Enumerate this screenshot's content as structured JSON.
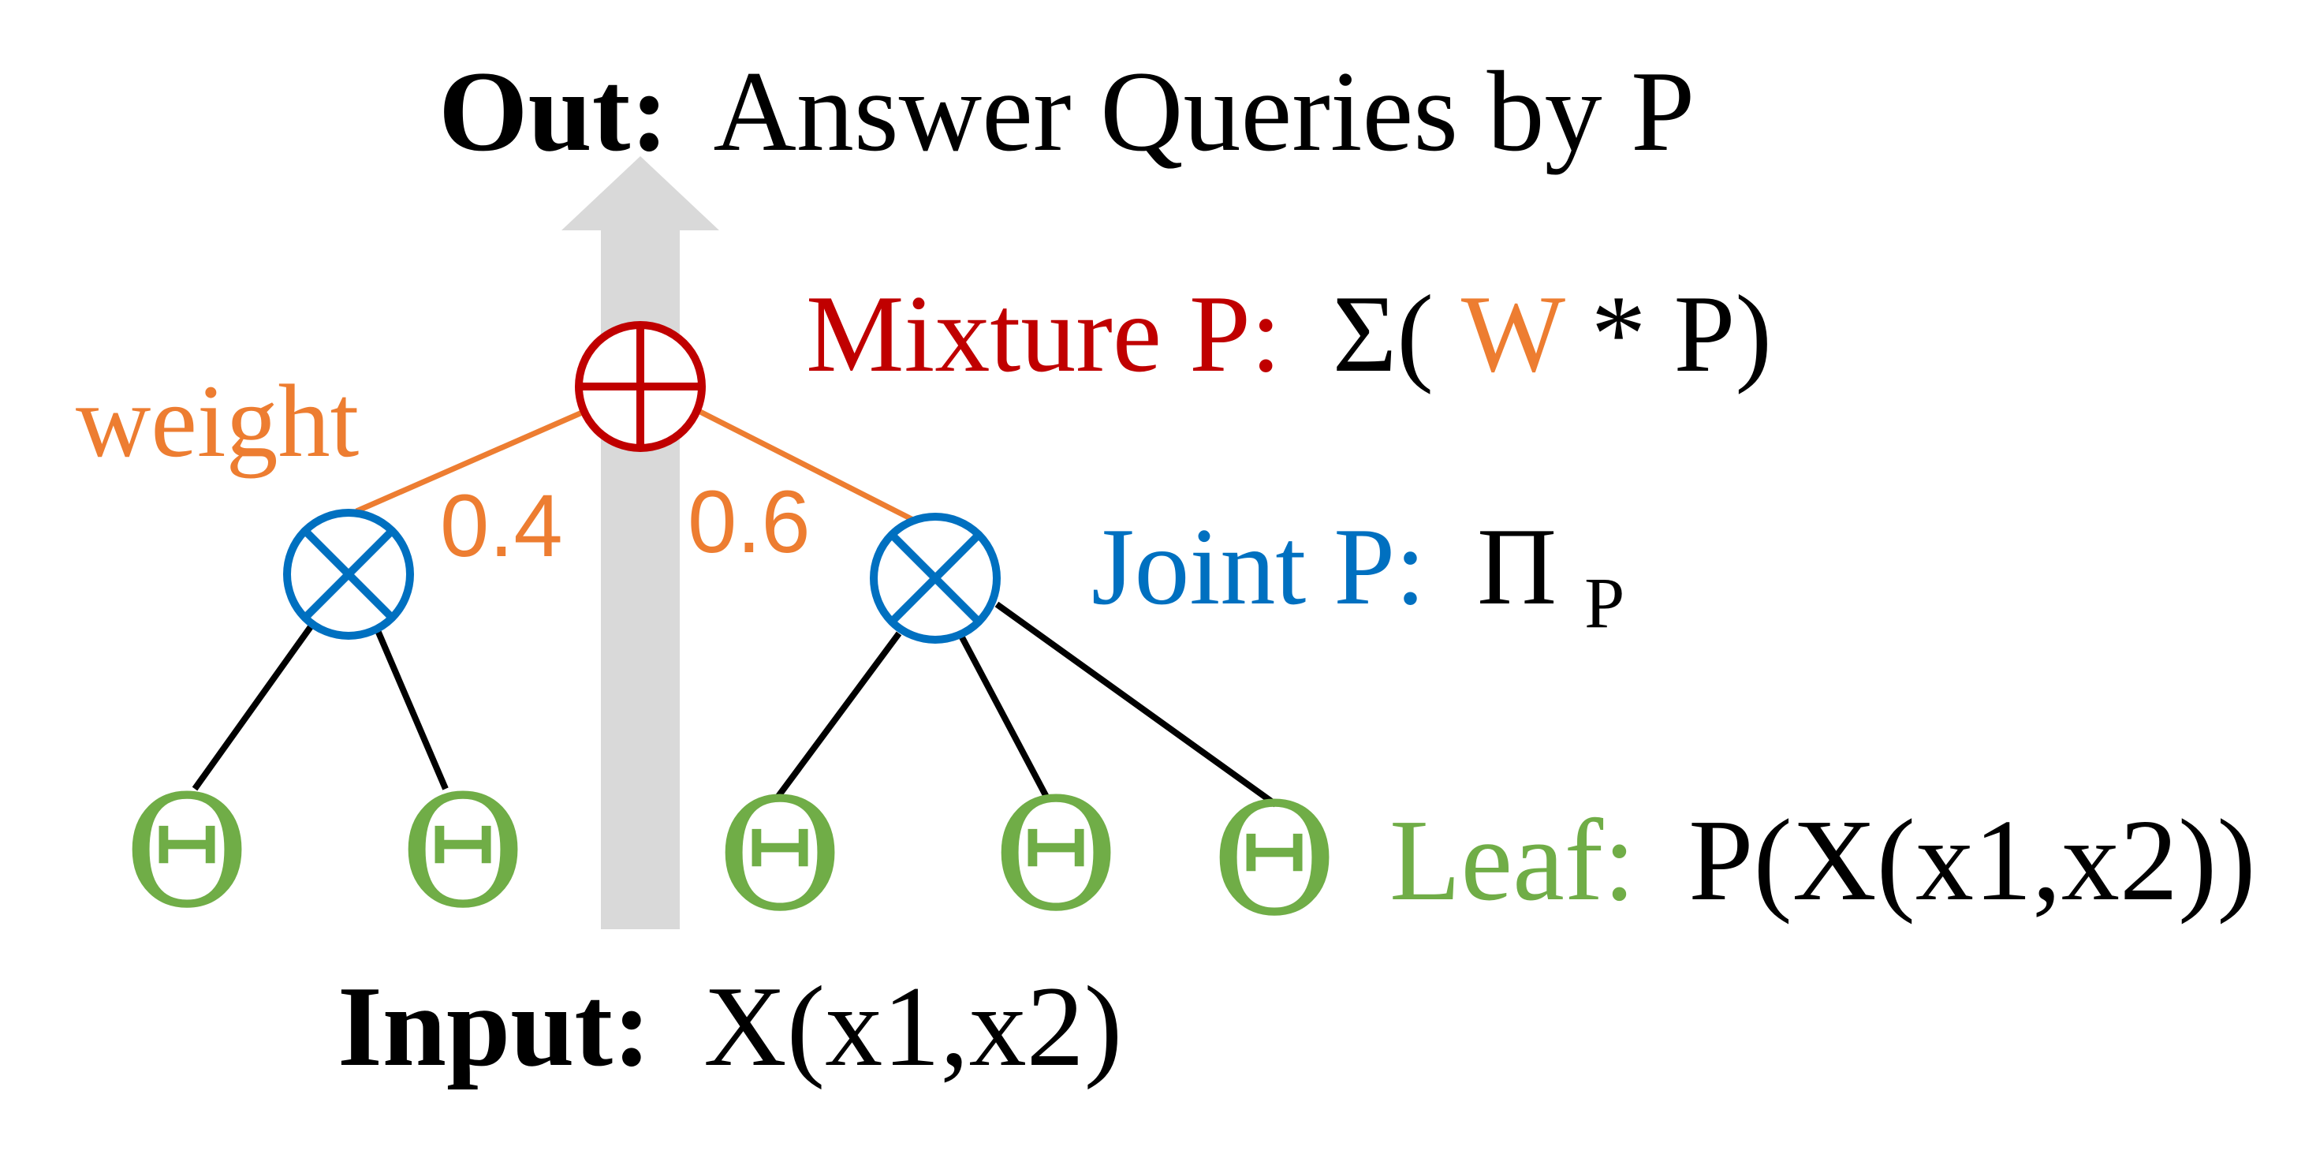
{
  "labels": {
    "out_prefix": "Out:",
    "out_text": "Answer Queries by P",
    "mixture_label": "Mixture P:",
    "mixture_formula_open": "Σ(",
    "mixture_formula_w": "W",
    "mixture_formula_rest": " * P)",
    "weight_label": "weight",
    "weight_left": "0.4",
    "weight_right": "0.6",
    "joint_label": "Joint P:",
    "joint_formula": "Π",
    "joint_formula_sub": "P",
    "leaf_label": "Leaf:",
    "leaf_formula": "P(X(x1,x2))",
    "input_prefix": "Input:",
    "input_text": "X(x1,x2)",
    "leaf_symbol": "Θ"
  },
  "colors": {
    "mixture": "#C00000",
    "joint": "#0070C0",
    "leaf": "#70AD47",
    "weight": "#ED7D31",
    "edge": "#000000",
    "arrow": "#D9D9D9",
    "text": "#000000"
  },
  "nodes": {
    "sum": "sum-node",
    "products": [
      "product-node-left",
      "product-node-right"
    ],
    "leaves": [
      "leaf-1",
      "leaf-2",
      "leaf-3",
      "leaf-4",
      "leaf-5"
    ]
  }
}
